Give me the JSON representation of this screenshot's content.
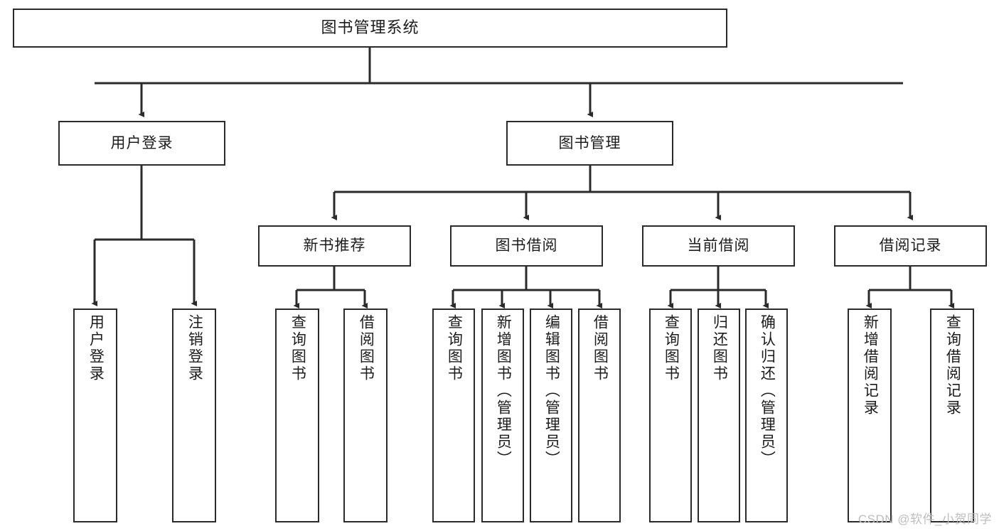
{
  "diagram": {
    "title": "图书管理系统",
    "type": "tree",
    "watermark": "CSDN @软件_小贺同学",
    "colors": {
      "stroke": "#2b2b2b",
      "fill": "#ffffff",
      "text": "#1c1c1c",
      "watermark": "#bdbdbd"
    },
    "levels": {
      "root": {
        "label": "图书管理系统"
      },
      "level2": [
        {
          "label": "用户登录"
        },
        {
          "label": "图书管理"
        }
      ],
      "level3": [
        {
          "label": "新书推荐"
        },
        {
          "label": "图书借阅"
        },
        {
          "label": "当前借阅"
        },
        {
          "label": "借阅记录"
        }
      ],
      "leaves": {
        "user_login": [
          {
            "label": "用户登录"
          },
          {
            "label": "注销登录"
          }
        ],
        "new_book": [
          {
            "label": "查询图书"
          },
          {
            "label": "借阅图书"
          }
        ],
        "book_borrow": [
          {
            "label": "查询图书"
          },
          {
            "label": "新增图书（管理员）"
          },
          {
            "label": "编辑图书（管理员）"
          },
          {
            "label": "借阅图书"
          }
        ],
        "current_borrow": [
          {
            "label": "查询图书"
          },
          {
            "label": "归还图书"
          },
          {
            "label": "确认归还（管理员）"
          }
        ],
        "borrow_record": [
          {
            "label": "新增借阅记录"
          },
          {
            "label": "查询借阅记录"
          }
        ]
      }
    }
  }
}
